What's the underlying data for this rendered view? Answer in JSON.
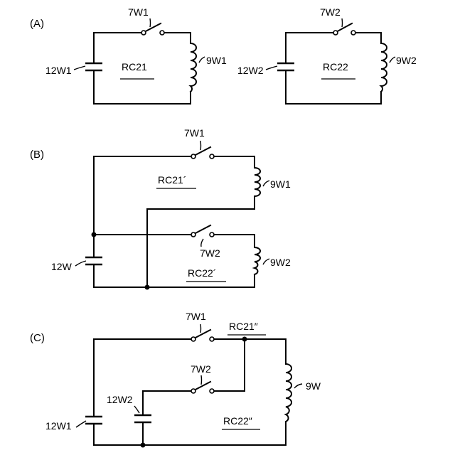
{
  "panel_a": {
    "label": "(A)",
    "c1": {
      "switch": "7W1",
      "coil": "9W1",
      "cap": "12W1",
      "name": "RC21"
    },
    "c2": {
      "switch": "7W2",
      "coil": "9W2",
      "cap": "12W2",
      "name": "RC22"
    }
  },
  "panel_b": {
    "label": "(B)",
    "sw1": "7W1",
    "name1": "RC21´",
    "coil1": "9W1",
    "sw2": "7W2",
    "coil2": "9W2",
    "cap": "12W",
    "name2": "RC22´"
  },
  "panel_c": {
    "label": "(C)",
    "sw1": "7W1",
    "name1": "RC21″",
    "sw2": "7W2",
    "cap2": "12W2",
    "coil": "9W",
    "cap1": "12W1",
    "name2": "RC22″"
  }
}
